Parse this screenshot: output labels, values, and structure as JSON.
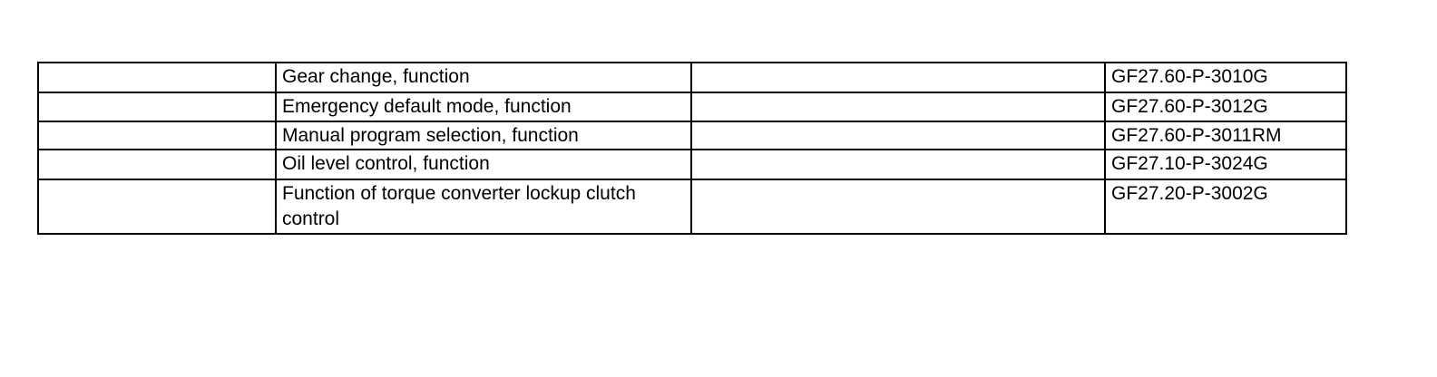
{
  "page": {
    "background_color": "#ffffff",
    "text_color": "#000000",
    "table_border_color": "#000000"
  },
  "table": {
    "columns": [
      "empty-left",
      "description",
      "empty-middle",
      "document-code"
    ],
    "rows": [
      {
        "left": "",
        "description": "Gear change, function",
        "middle": "",
        "code": "GF27.60-P-3010G"
      },
      {
        "left": "",
        "description": "Emergency default mode, function",
        "middle": "",
        "code": "GF27.60-P-3012G"
      },
      {
        "left": "",
        "description": "Manual program selection, function",
        "middle": "",
        "code": "GF27.60-P-3011RM"
      },
      {
        "left": "",
        "description": "Oil level control, function",
        "middle": "",
        "code": "GF27.10-P-3024G"
      },
      {
        "left": "",
        "description": "Function of torque converter lockup clutch control",
        "middle": "",
        "code": "GF27.20-P-3002G"
      }
    ]
  }
}
